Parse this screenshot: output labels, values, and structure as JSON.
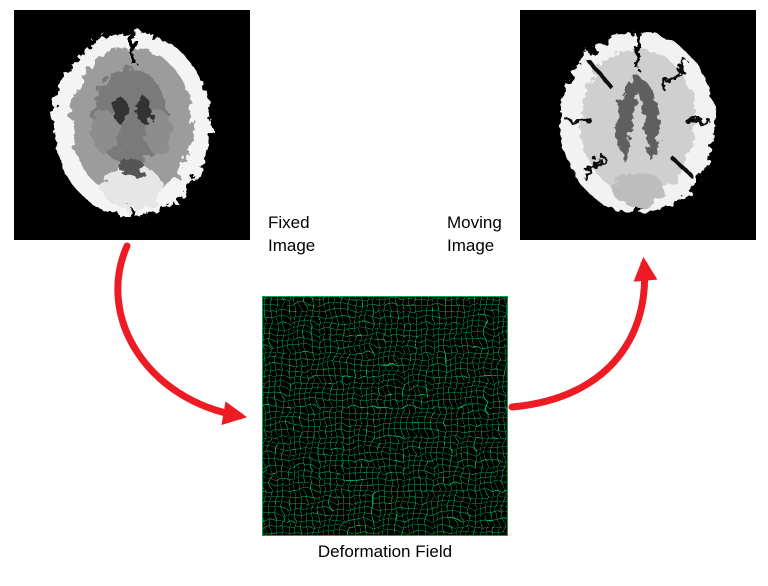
{
  "labels": {
    "fixed": "Fixed\nImage",
    "moving": "Moving\nImage",
    "deformation": "Deformation Field"
  },
  "colors": {
    "arrow": "#ed1c24",
    "grid_green": "#00a651",
    "panel_black": "#000000",
    "background": "#ffffff"
  },
  "icons": {
    "fixed_brain": "brain-scan-fixed",
    "moving_brain": "brain-scan-moving",
    "deformation_grid": "deformation-grid",
    "arrow_left": "curved-arrow-fixed-to-field",
    "arrow_right": "curved-arrow-field-to-moving"
  }
}
